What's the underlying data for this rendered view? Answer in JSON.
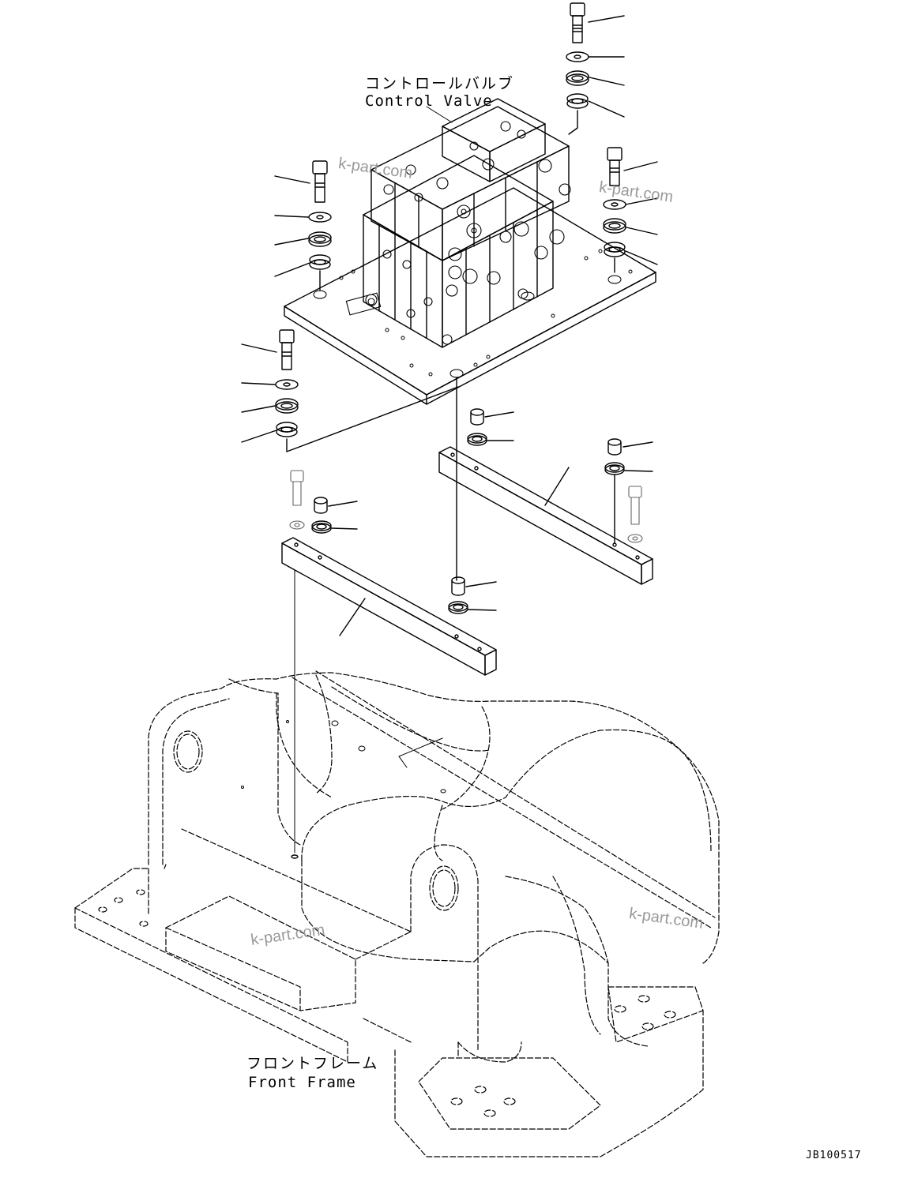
{
  "labels": {
    "control_valve_jp": "コントロールバルブ",
    "control_valve_en": "Control Valve",
    "front_frame_jp": "フロントフレーム",
    "front_frame_en": "Front Frame"
  },
  "watermarks": [
    "k-part.com",
    "k-part.com",
    "k-part.com",
    "k-part.com"
  ],
  "drawing_code": "JB100517"
}
